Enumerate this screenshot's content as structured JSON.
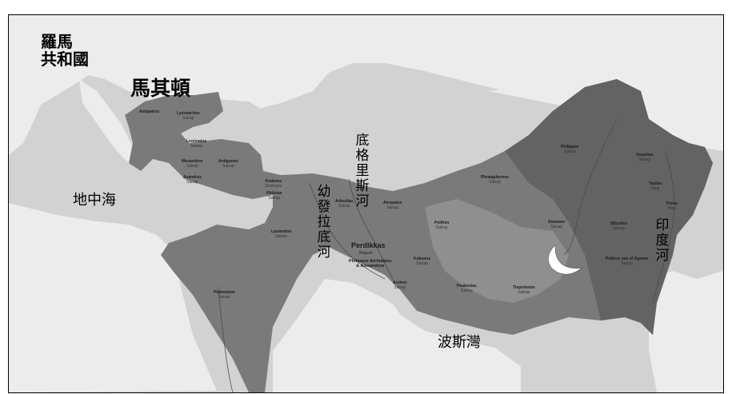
{
  "colors": {
    "land_outside": "#ececec",
    "sea": "#d2d2d2",
    "empire": "#7a7a7a",
    "empire_dark": "#636363",
    "empire_light": "#8f8f8f",
    "rivers": "#4a4a4a",
    "caspian": "#d2d2d2"
  },
  "labels": {
    "rome": "羅馬\n共和國",
    "macedon": "馬其頓",
    "mediterranean": "地中海",
    "tigris": "底格里斯河",
    "euphrates": "幼發拉底河",
    "persian_gulf": "波斯灣",
    "indus": "印度河"
  },
  "satrapies": [
    {
      "name": "Antipatros",
      "sub": ""
    },
    {
      "name": "Lysimachos",
      "sub": "Satrap"
    },
    {
      "name": "Leonnatos",
      "sub": "Satrap"
    },
    {
      "name": "Menandros",
      "sub": "Satrap"
    },
    {
      "name": "Antigonos",
      "sub": "Satrap"
    },
    {
      "name": "Asandros",
      "sub": "Satrap"
    },
    {
      "name": "Krateros",
      "sub": "Strategos"
    },
    {
      "name": "Philotas",
      "sub": "Satrap"
    },
    {
      "name": "Laomedon",
      "sub": "Satrap"
    },
    {
      "name": "Arkesilas",
      "sub": "Satrap"
    },
    {
      "name": "Atropates",
      "sub": "Satrap"
    },
    {
      "name": "Peithon",
      "sub": "Satrap"
    },
    {
      "name": "Kokenos",
      "sub": "Satrap"
    },
    {
      "name": "Archon",
      "sub": "Satrap"
    },
    {
      "name": "Peukestas",
      "sub": "Satrap"
    },
    {
      "name": "Tlepolemos",
      "sub": "Satrap"
    },
    {
      "name": "Philippos",
      "sub": "Satrap"
    },
    {
      "name": "Phrataphernes",
      "sub": "Satrap"
    },
    {
      "name": "Stasanor",
      "sub": "Satrap"
    },
    {
      "name": "Sibyrtios",
      "sub": "Satrap"
    },
    {
      "name": "Oxyartes",
      "sub": "Satrap"
    },
    {
      "name": "Taxiles",
      "sub": "King"
    },
    {
      "name": "Poros",
      "sub": "King"
    },
    {
      "name": "Peithon son of Agenor",
      "sub": "Satrap"
    },
    {
      "name": "Ptolemaios",
      "sub": "Satrap"
    }
  ],
  "regent": {
    "name": "Perdikkas",
    "sub": "Regent",
    "kings": "Philippos Arrhidaios\n& Alexandros"
  }
}
